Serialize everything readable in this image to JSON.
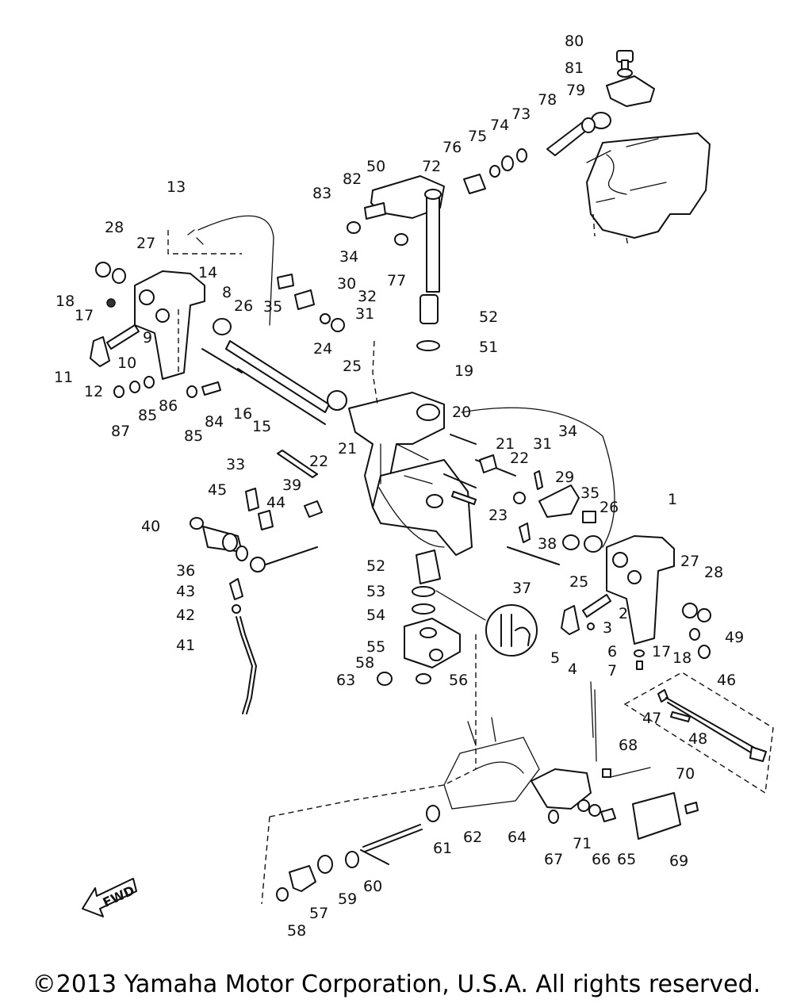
{
  "fwd_label": "FWD",
  "copyright": "©2013 Yamaha Motor Corporation, U.S.A. All rights reserved.",
  "part_labels": [
    "80",
    "81",
    "79",
    "78",
    "73",
    "74",
    "75",
    "76",
    "72",
    "50",
    "82",
    "83",
    "77",
    "13",
    "14",
    "28",
    "27",
    "34",
    "30",
    "35",
    "32",
    "31",
    "52",
    "51",
    "18",
    "17",
    "8",
    "26",
    "11",
    "12",
    "10",
    "9",
    "24",
    "25",
    "19",
    "20",
    "87",
    "85",
    "86",
    "85",
    "84",
    "16",
    "15",
    "21",
    "22",
    "33",
    "21",
    "22",
    "31",
    "34",
    "29",
    "35",
    "26",
    "1",
    "45",
    "44",
    "39",
    "23",
    "40",
    "36",
    "38",
    "37",
    "27",
    "28",
    "43",
    "42",
    "41",
    "52",
    "53",
    "54",
    "25",
    "2",
    "3",
    "49",
    "17",
    "18",
    "6",
    "7",
    "5",
    "4",
    "55",
    "58",
    "63",
    "56",
    "46",
    "47",
    "48",
    "68",
    "70",
    "62",
    "61",
    "64",
    "67",
    "71",
    "66",
    "65",
    "69",
    "60",
    "59",
    "57",
    "58"
  ]
}
